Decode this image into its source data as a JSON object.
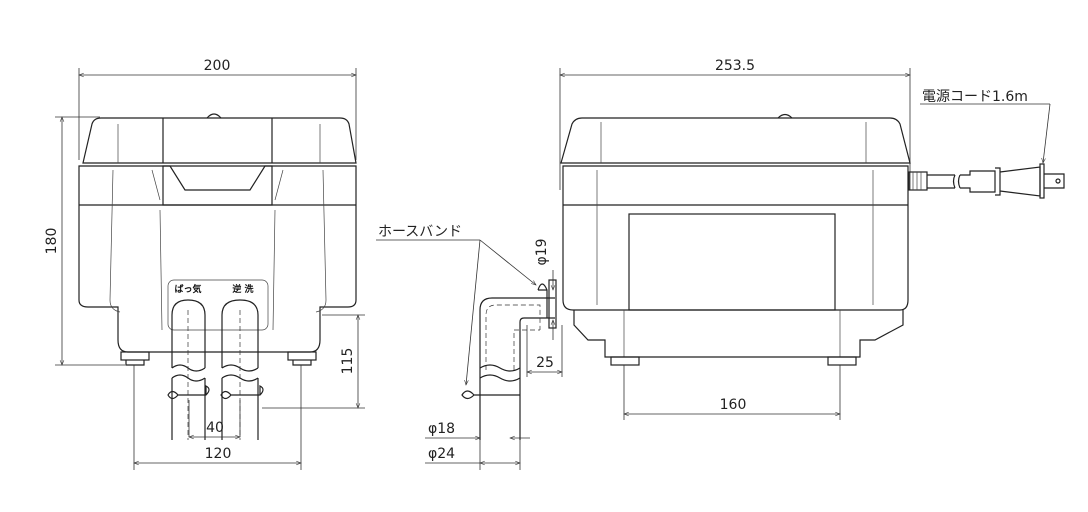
{
  "front_view": {
    "width_dim": "200",
    "height_dim": "180",
    "outlet_height_dim": "115",
    "outlet_pitch_dim": "40",
    "foot_span_dim": "120",
    "outlet_labels": [
      "ばっ気",
      "逆 洗"
    ]
  },
  "hose_detail": {
    "hose_band_label": "ホースバンド",
    "outlet_diameter_dim": "φ19",
    "insertion_dim": "25",
    "hose_inner_dim": "φ18",
    "hose_outer_dim": "φ24"
  },
  "side_view": {
    "length_dim": "253.5",
    "foot_span_dim": "160",
    "cord_label": "電源コード1.6m"
  }
}
